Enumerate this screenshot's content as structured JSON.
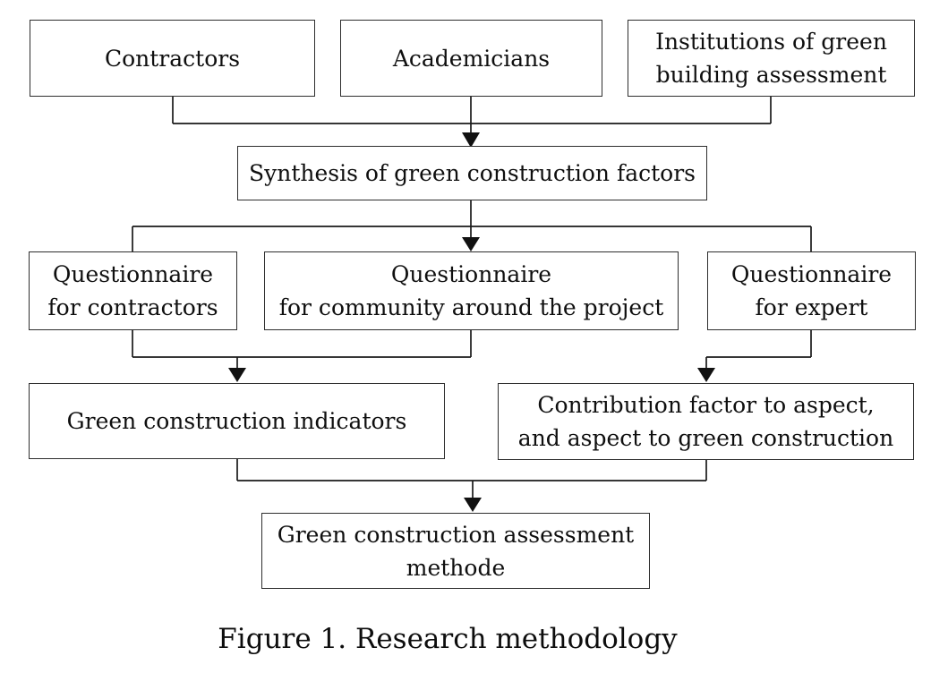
{
  "figure": {
    "caption": "Figure 1. Research methodology",
    "colors": {
      "background": "#ffffff",
      "box_border": "#2e2e2e",
      "connector_line": "#1a1a1a",
      "text": "#0f0f0f"
    },
    "nodes": {
      "contractors": {
        "lines": [
          "Contractors"
        ]
      },
      "academicians": {
        "lines": [
          "Academicians"
        ]
      },
      "institutions": {
        "lines": [
          "Institutions of green",
          "building assessment"
        ]
      },
      "synthesis": {
        "lines": [
          "Synthesis of green construction factors"
        ]
      },
      "questionnaire_contractors": {
        "lines": [
          "Questionnaire",
          "for contractors"
        ]
      },
      "questionnaire_community": {
        "lines": [
          "Questionnaire",
          "for community around the project"
        ]
      },
      "questionnaire_expert": {
        "lines": [
          "Questionnaire",
          "for expert"
        ]
      },
      "indicators": {
        "lines": [
          "Green construction indicators"
        ]
      },
      "contribution": {
        "lines": [
          "Contribution factor to aspect,",
          "and aspect to green construction"
        ]
      },
      "assessment_method": {
        "lines": [
          "Green construction assessment",
          "methode"
        ]
      }
    }
  }
}
